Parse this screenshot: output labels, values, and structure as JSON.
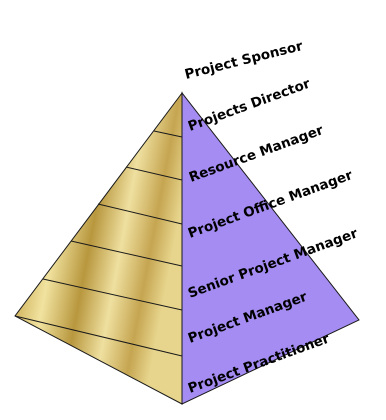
{
  "diagram": {
    "type": "pyramid",
    "apex_label": "Project Sponsor",
    "tiers": [
      {
        "label": "Projects Director"
      },
      {
        "label": "Resource Manager"
      },
      {
        "label": "Project Office Manager"
      },
      {
        "label": "Senior Project Manager"
      },
      {
        "label": "Project Manager"
      },
      {
        "label": "Project Practitioner"
      }
    ],
    "colors": {
      "left_face_gold_light": "#f3e6a2",
      "left_face_gold_mid": "#d9bf6a",
      "left_face_gold_dark": "#a98a3a",
      "right_face": "#a48cf2",
      "outline": "#1a1a1a"
    }
  }
}
